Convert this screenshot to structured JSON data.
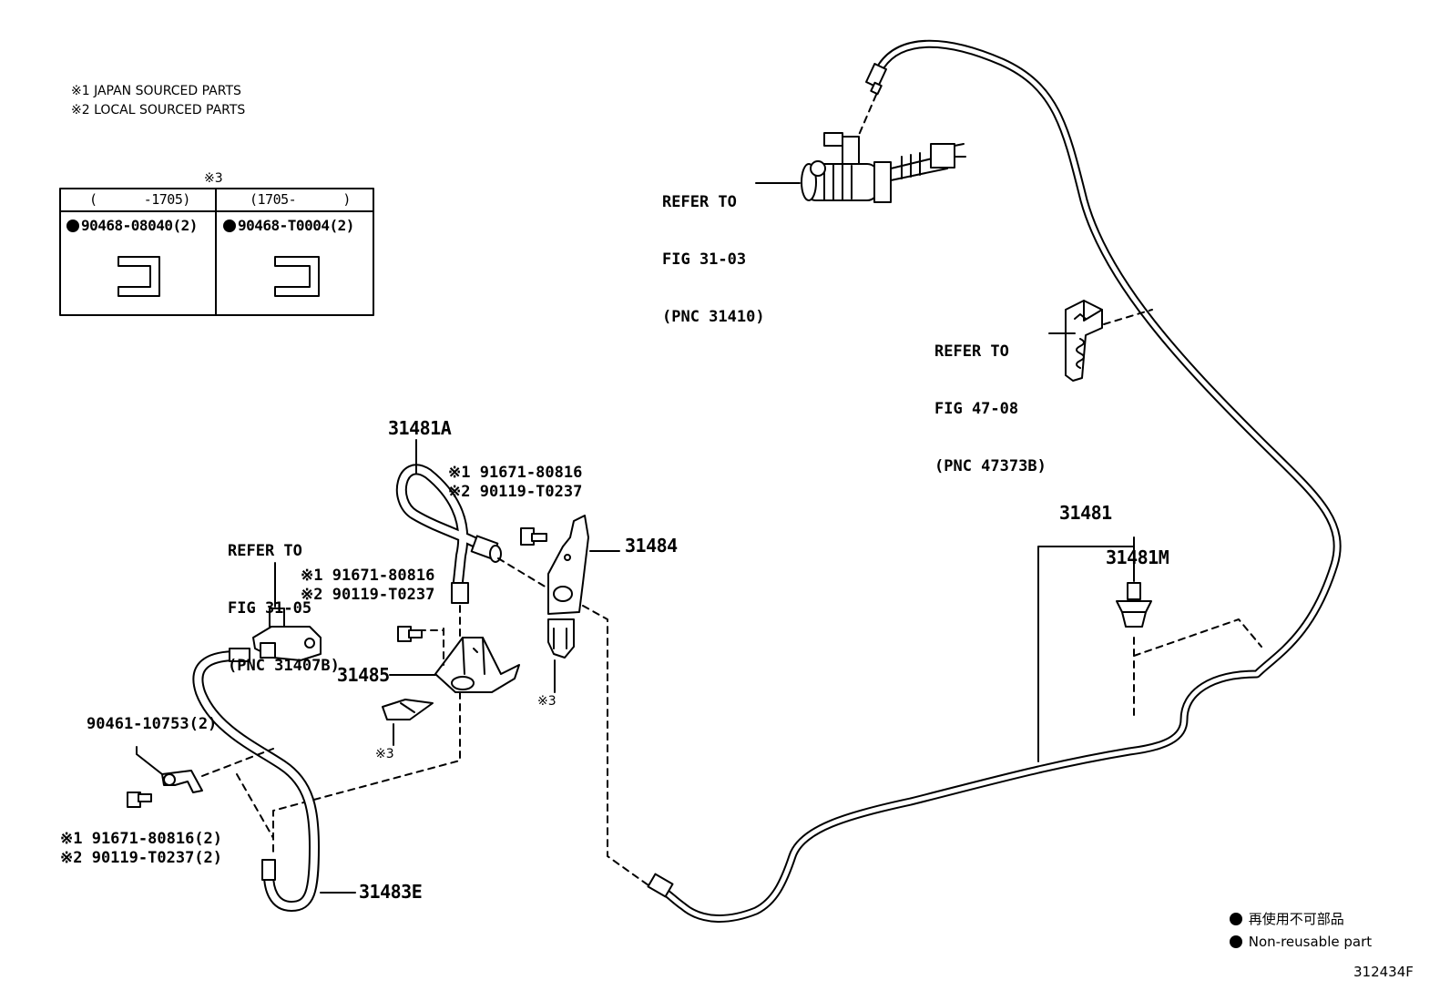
{
  "notes": {
    "japan": "※1 JAPAN SOURCED PARTS",
    "local": "※2 LOCAL SOURCED PARTS"
  },
  "table": {
    "title": "※3",
    "col1_header": "(      -1705)",
    "col2_header": "(1705-      )",
    "col1_part": "90468-08040(2)",
    "col2_part": "90468-T0004(2)"
  },
  "refs": {
    "ref_31410": [
      "REFER TO",
      "FIG 31-03",
      "(PNC 31410)"
    ],
    "ref_47373b": [
      "REFER TO",
      "FIG 47-08",
      "(PNC 47373B)"
    ],
    "ref_31407b": [
      "REFER TO",
      "FIG 31-05",
      "(PNC 31407B)"
    ]
  },
  "parts": {
    "p31481a": "31481A",
    "p31484": "31484",
    "p31485": "31485",
    "p31481": "31481",
    "p31481m": "31481M",
    "p31483e": "31483E",
    "p90461": "90461-10753(2)",
    "bolt_a1": "※1 91671-80816",
    "bolt_a2": "※2 90119-T0237",
    "bolt_b1": "※1 91671-80816",
    "bolt_b2": "※2 90119-T0237",
    "bolt_c1": "※1 91671-80816(2)",
    "bolt_c2": "※2 90119-T0237(2)",
    "mark3_a": "※3",
    "mark3_b": "※3"
  },
  "legend": {
    "jp": "再使用不可部品",
    "en": "Non-reusable part"
  },
  "figure_id": "312434F"
}
